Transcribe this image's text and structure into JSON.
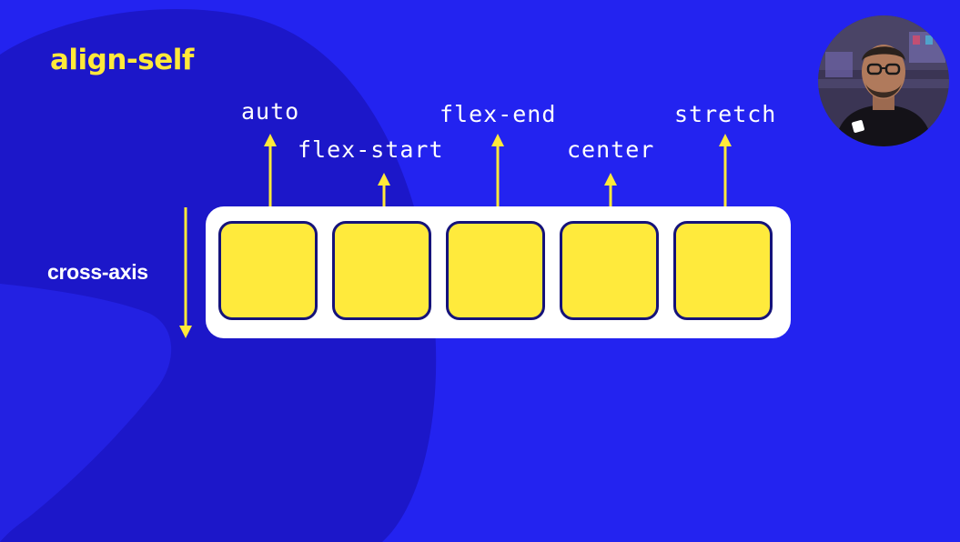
{
  "slide": {
    "title": "align-self",
    "axis_label": "cross-axis",
    "values": [
      "auto",
      "flex-start",
      "flex-end",
      "center",
      "stretch"
    ],
    "colors": {
      "background": "#2323f0",
      "blob": "#1c17c9",
      "accent": "#ffe93a",
      "item_fill": "#ffea3c",
      "item_border": "#15137a",
      "container": "#ffffff"
    }
  },
  "presenter": {
    "avatar_icon": "presenter-webcam-circle"
  }
}
